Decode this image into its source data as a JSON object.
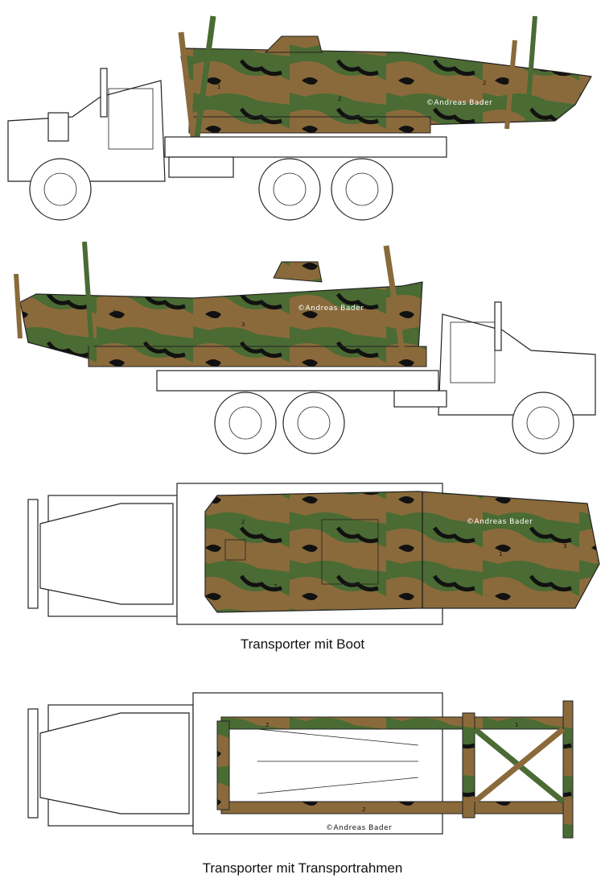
{
  "copyright": "©Andreas Bader",
  "captions": {
    "top_view_boat": "Transporter mit Boot",
    "top_view_frame": "Transporter mit Transportrahmen"
  },
  "colors": {
    "green": "#4a6b33",
    "brown": "#8a6a3b",
    "black": "#111111",
    "tan": "#c9b48f",
    "outline": "#222222"
  },
  "camo_numbers": [
    "1",
    "2",
    "3"
  ]
}
